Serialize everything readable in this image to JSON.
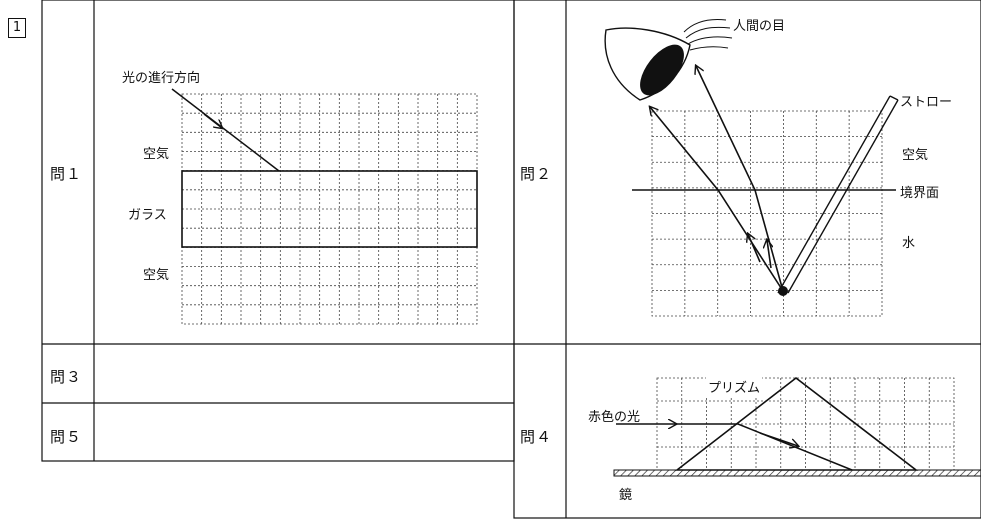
{
  "question_number": "1",
  "rows": {
    "q1": "問１",
    "q2": "問２",
    "q3": "問３",
    "q4": "問４",
    "q5": "問５"
  },
  "q1_figure": {
    "arrow_label": "光の進行方向",
    "air_top": "空気",
    "glass": "ガラス",
    "air_bottom": "空気"
  },
  "q2_figure": {
    "eye_label": "人間の目",
    "straw_label": "ストロー",
    "air": "空気",
    "boundary": "境界面",
    "water": "水"
  },
  "q4_figure": {
    "prism_label": "プリズム",
    "light_label": "赤色の光",
    "mirror_label": "鏡"
  }
}
